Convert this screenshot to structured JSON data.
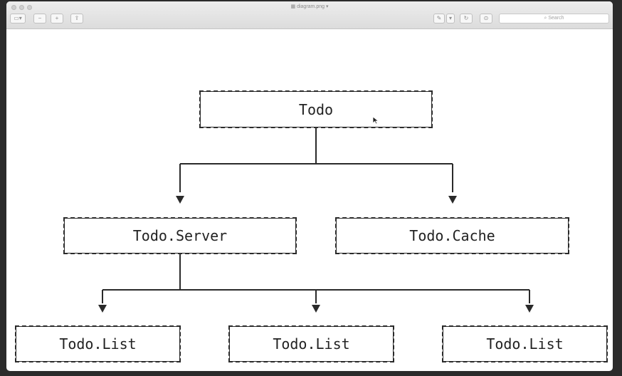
{
  "window": {
    "title": "diagram.png",
    "search_placeholder": "Search"
  },
  "toolbar": {
    "sidebar_toggle": "▭▾",
    "zoom_out": "−",
    "zoom_in": "+",
    "share": "⇪",
    "markup": "✎",
    "markup_menu": "▾",
    "rotate": "↻",
    "annotate": "⊙"
  },
  "diagram": {
    "root": "Todo",
    "level2": [
      "Todo.Server",
      "Todo.Cache"
    ],
    "level3": [
      "Todo.List",
      "Todo.List",
      "Todo.List"
    ]
  },
  "colors": {
    "line": "#2a2a2a",
    "background": "#2b2b2b"
  }
}
